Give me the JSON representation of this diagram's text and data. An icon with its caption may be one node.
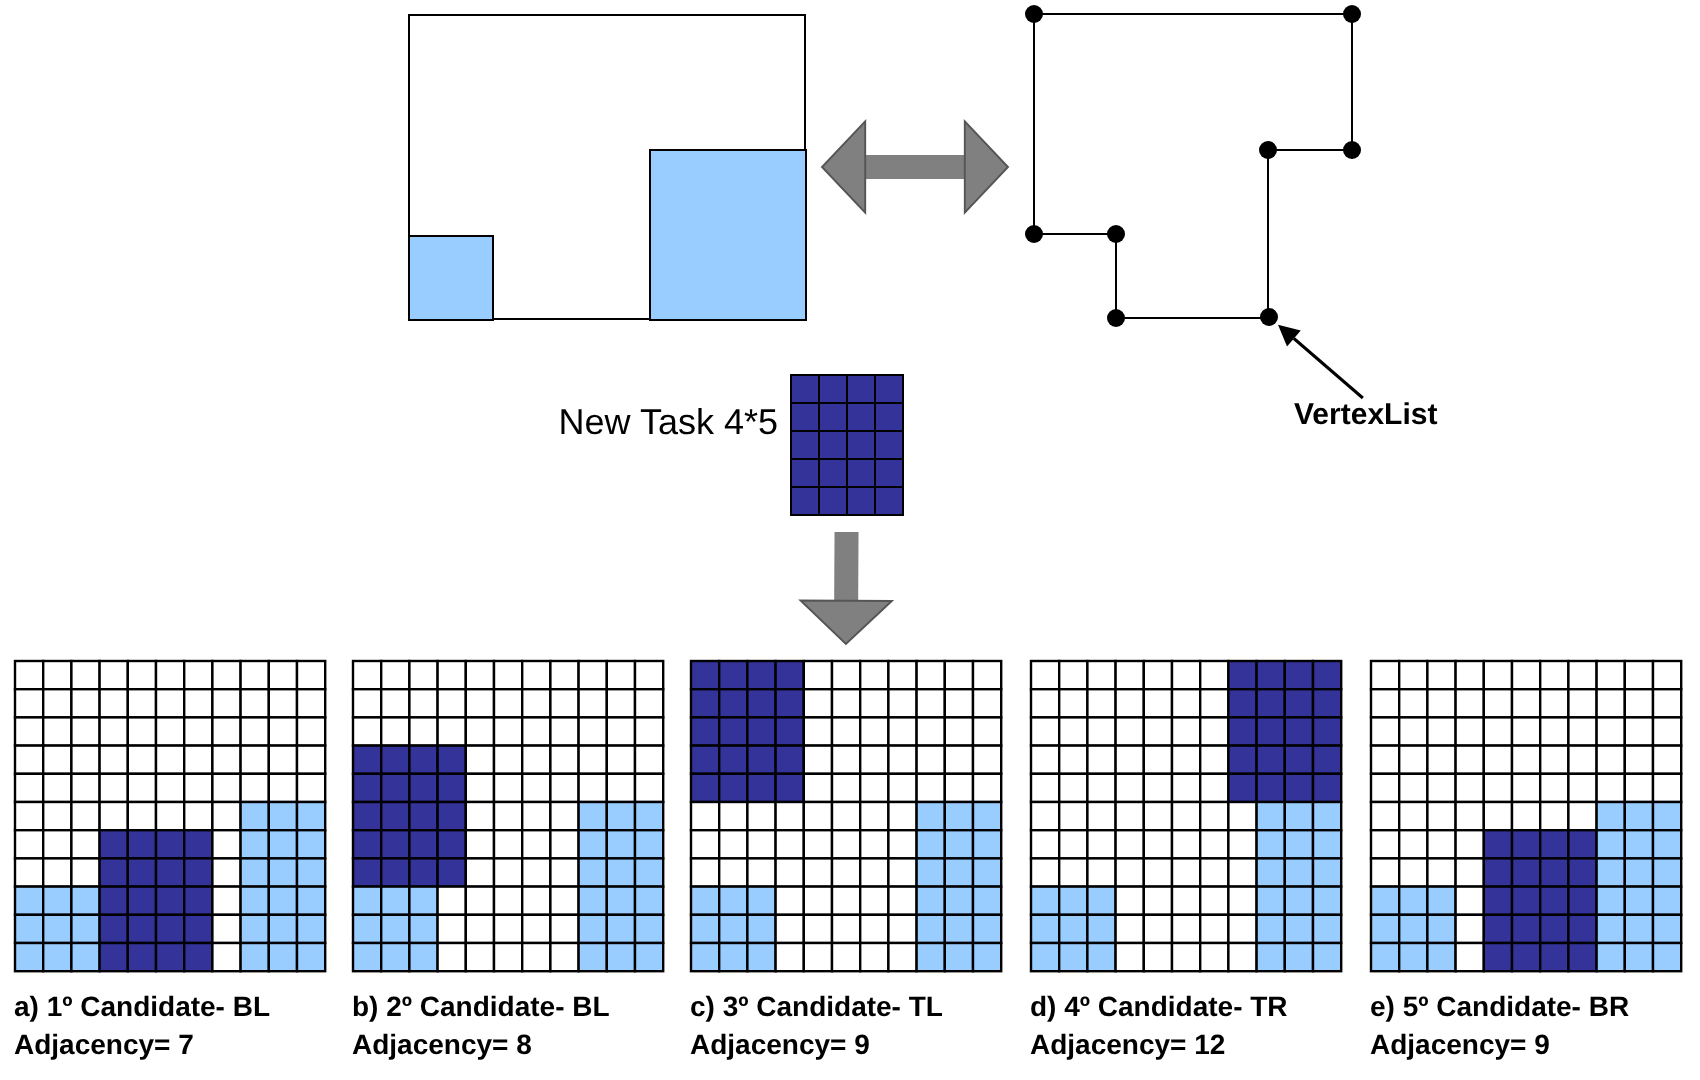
{
  "diagram": {
    "nodes": [
      {
        "text": [],
        "shape": "picture"
      },
      {
        "text": [],
        "shape": "picture"
      },
      {
        "text": [],
        "shape": "circle",
        "in": 1
      },
      {
        "text": [
          "VertexList"
        ]
      },
      {
        "text": [],
        "shape": "picture",
        "beside": [
          "New Task 4*5"
        ]
      },
      {
        "text": [],
        "shape": "picture",
        "beside": [
          "a) 1º Candidate- BL",
          "Adjacency= 7"
        ]
      },
      {
        "text": [],
        "shape": "picture",
        "beside": [
          "b) 2º Candidate- BL",
          "Adjacency= 8"
        ]
      },
      {
        "text": [],
        "shape": "picture",
        "beside": [
          "c) 3º Candidate- TL",
          "Adjacency= 9"
        ]
      },
      {
        "text": [],
        "shape": "picture",
        "beside": [
          "d) 4º Candidate- TR",
          "Adjacency= 12"
        ]
      },
      {
        "text": [],
        "shape": "picture",
        "beside": [
          "e) 5º Candidate- BR",
          "Adjacency= 9"
        ]
      }
    ],
    "edges": [
      {
        "from": 0,
        "to": 1,
        "arrow": "both"
      },
      {
        "from": 3,
        "to": 2,
        "arrow": "to",
        "color": "#000000"
      },
      {
        "from": 4,
        "to": 7,
        "arrow": "to"
      }
    ]
  }
}
